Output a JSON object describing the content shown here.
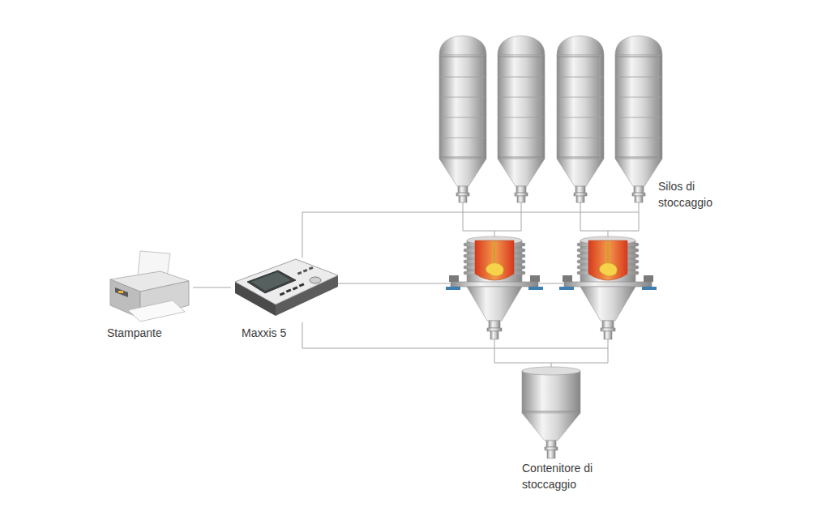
{
  "diagram": {
    "nodes": [
      {
        "text": [
          "Stampante"
        ]
      },
      {
        "text": [
          "Maxxis 5"
        ]
      },
      {
        "text": [
          "Silos di stoccaggio"
        ]
      },
      {
        "text": [
          "Contenitore di stoccaggio"
        ]
      }
    ],
    "edges": [
      {
        "from": 0,
        "to": 1,
        "arrow": "none"
      },
      {
        "from": 1,
        "to": 2,
        "arrow": "none"
      }
    ]
  }
}
